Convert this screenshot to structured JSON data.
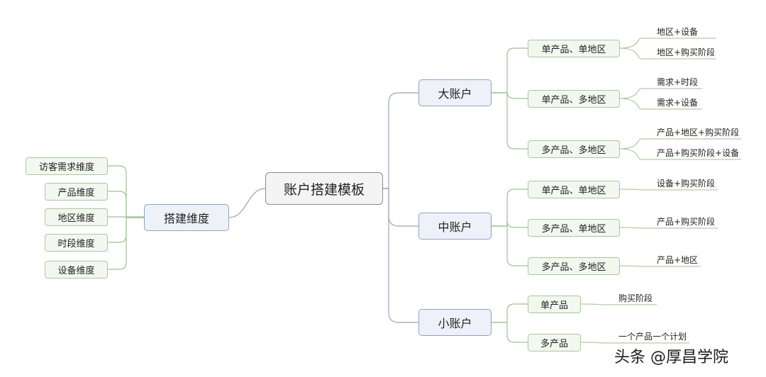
{
  "root": "账户搭建模板",
  "build_dimension": {
    "label": "搭建维度",
    "items": [
      "访客需求维度",
      "产品维度",
      "地区维度",
      "时段维度",
      "设备维度"
    ]
  },
  "accounts": [
    {
      "label": "大账户",
      "children": [
        {
          "label": "单产品、单地区",
          "leaves": [
            "地区+设备",
            "地区+购买阶段"
          ]
        },
        {
          "label": "单产品、多地区",
          "leaves": [
            "需求+时段",
            "需求+设备"
          ]
        },
        {
          "label": "多产品、多地区",
          "leaves": [
            "产品+地区+购买阶段",
            "产品+购买阶段+设备"
          ]
        }
      ]
    },
    {
      "label": "中账户",
      "children": [
        {
          "label": "单产品、单地区",
          "leaves": [
            "设备+购买阶段"
          ]
        },
        {
          "label": "多产品、单地区",
          "leaves": [
            "产品+购买阶段"
          ]
        },
        {
          "label": "多产品、多地区",
          "leaves": [
            "产品+地区"
          ]
        }
      ]
    },
    {
      "label": "小账户",
      "children": [
        {
          "label": "单产品",
          "leaves": [
            "购买阶段"
          ]
        },
        {
          "label": "多产品",
          "leaves": [
            "一个产品一个计划"
          ]
        }
      ]
    }
  ],
  "watermark": "头条 @厚昌学院"
}
